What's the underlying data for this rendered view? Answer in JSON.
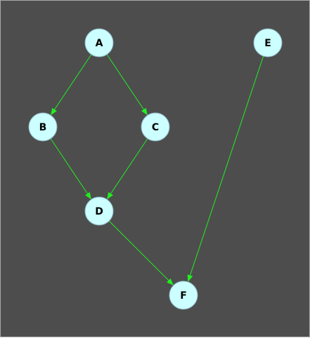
{
  "graph": {
    "nodes": [
      {
        "id": "A",
        "label": "A"
      },
      {
        "id": "B",
        "label": "B"
      },
      {
        "id": "C",
        "label": "C"
      },
      {
        "id": "D",
        "label": "D"
      },
      {
        "id": "E",
        "label": "E"
      },
      {
        "id": "F",
        "label": "F"
      }
    ],
    "edges": [
      {
        "from": "A",
        "to": "B"
      },
      {
        "from": "A",
        "to": "C"
      },
      {
        "from": "B",
        "to": "D"
      },
      {
        "from": "C",
        "to": "D"
      },
      {
        "from": "D",
        "to": "F"
      },
      {
        "from": "E",
        "to": "F"
      }
    ],
    "directed": true
  },
  "colors": {
    "background": "#4d4d4d",
    "border": "#a9a9a9",
    "node_fill": "#ccffff",
    "node_stroke": "#8fb7c9",
    "edge": "#22ee22",
    "label": "#000000"
  }
}
